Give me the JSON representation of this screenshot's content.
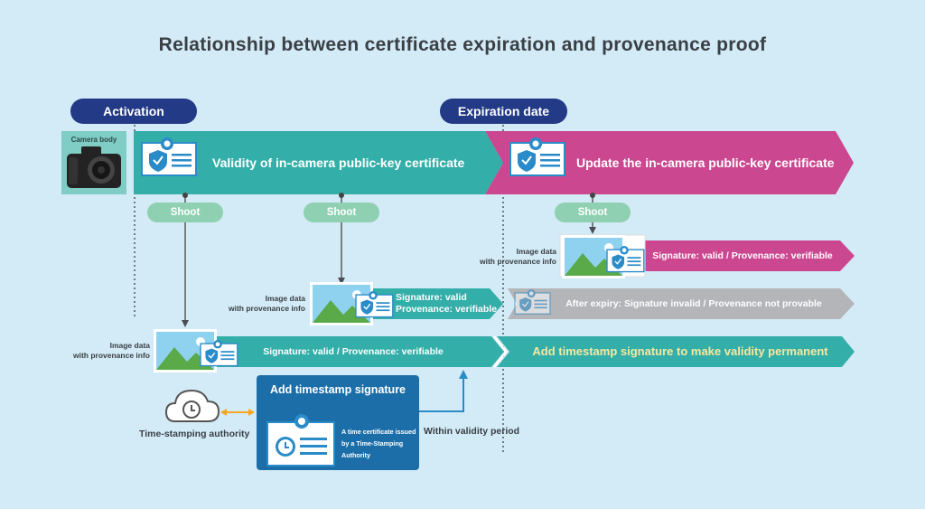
{
  "title": "Relationship between certificate expiration and provenance proof",
  "markers": {
    "activation": "Activation",
    "expiration": "Expiration date"
  },
  "camera_label": "Camera body",
  "bands": {
    "validity": "Validity of in-camera public-key certificate",
    "update": "Update the in-camera public-key certificate"
  },
  "shoot_labels": [
    "Shoot",
    "Shoot",
    "Shoot"
  ],
  "image_data_label": "Image data\nwith provenance info",
  "rows": {
    "upper_right": "Signature: valid / Provenance: verifiable",
    "middle_left": "Signature: valid\nProvenance: verifiable",
    "middle_right": "After expiry: Signature invalid / Provenance not provable",
    "lower_left": "Signature: valid / Provenance: verifiable",
    "lower_right": "Add timestamp signature to make validity permanent"
  },
  "timestamp_box": {
    "title": "Add timestamp signature",
    "desc": "A time certificate issued\nby a Time-Stamping\nAuthority"
  },
  "tsa_label": "Time-stamping authority",
  "within_label": "Within validity period",
  "colors": {
    "background": "#d3ebf6",
    "navy": "#233a86",
    "teal": "#34aea8",
    "magenta": "#cb4790",
    "grey": "#b3b5b8",
    "shoot_green": "#8fd0b2",
    "timestamp_blue": "#1c6ea8",
    "arrow_blue": "#2a8bc9",
    "orange": "#f5a623",
    "highlight_text": "#f6e9a0"
  },
  "icons": [
    "certificate-icon",
    "camera-icon",
    "landscape-image-icon",
    "shield-icon",
    "clock-icon",
    "cloud-icon"
  ]
}
